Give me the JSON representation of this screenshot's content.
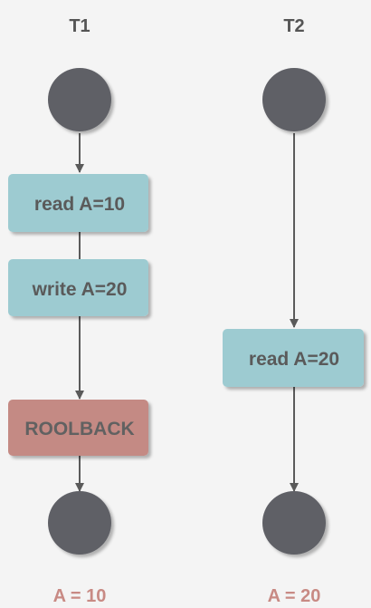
{
  "columns": [
    {
      "title": "T1",
      "steps": [
        "read A=10",
        "write A=20",
        "ROOLBACK"
      ],
      "result": "A = 10"
    },
    {
      "title": "T2",
      "steps": [
        "read A=20"
      ],
      "result": "A = 20"
    }
  ],
  "colors": {
    "background": "#f4f4f4",
    "node": "#5f6066",
    "box": "#9dcbd1",
    "box_shadow": "#7ea8ae",
    "rollback_box": "#c48a84",
    "rollback_shadow": "#a06f69",
    "arrow": "#5a5a5a",
    "text": "#5a5a5a",
    "result": "#c88a84"
  }
}
